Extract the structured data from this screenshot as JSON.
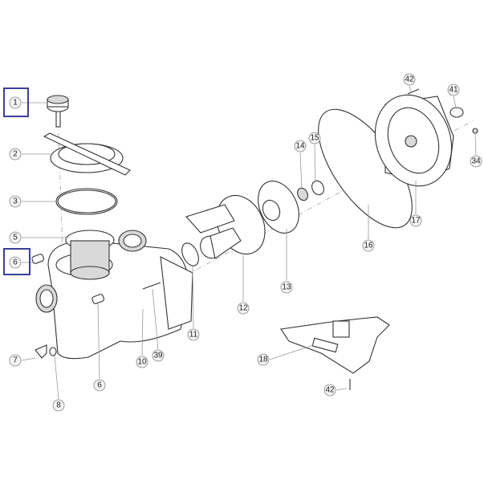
{
  "title": "Pump exploded parts diagram",
  "highlight_color": "#3a3f9c",
  "callouts": {
    "c1": "1",
    "c2": "2",
    "c3": "3",
    "c5": "5",
    "c6a": "6",
    "c7": "7",
    "c8": "8",
    "c6b": "6",
    "c10": "10",
    "c39": "39",
    "c11": "11",
    "c12": "12",
    "c13": "13",
    "c14": "14",
    "c15": "15",
    "c16": "16",
    "c17": "17",
    "c18": "18",
    "c42a": "42",
    "c41": "41",
    "c34": "34",
    "c42b": "42"
  },
  "highlighted_parts": [
    "1",
    "6"
  ]
}
